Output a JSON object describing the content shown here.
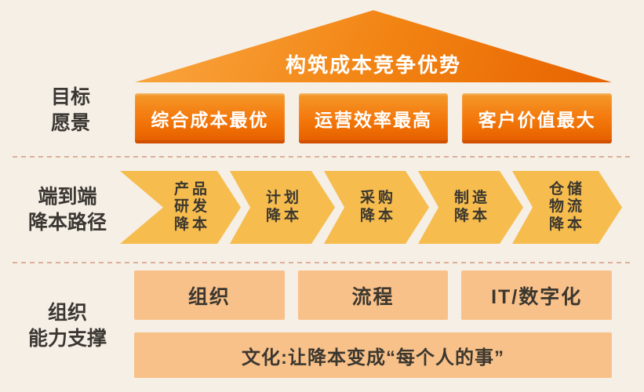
{
  "diagram": {
    "roof_title": "构筑成本竞争优势",
    "vision": {
      "label": [
        "目标",
        "愿景"
      ],
      "boxes": [
        "综合成本最优",
        "运营效率最高",
        "客户价值最大"
      ]
    },
    "path": {
      "label": [
        "端到端",
        "降本路径"
      ],
      "arrows": [
        {
          "lines": [
            "产品",
            "研发",
            "降本"
          ]
        },
        {
          "lines": [
            "计划",
            "降本"
          ]
        },
        {
          "lines": [
            "采购",
            "降本"
          ]
        },
        {
          "lines": [
            "制造",
            "降本"
          ]
        },
        {
          "lines": [
            "仓储",
            "物流",
            "降本"
          ]
        }
      ]
    },
    "support": {
      "label": [
        "组织",
        "能力支撑"
      ],
      "boxes": [
        "组织",
        "流程",
        "IT/数字化"
      ],
      "culture": "文化:让降本变成“每个人的事”"
    },
    "colors": {
      "background": "#f6efe6",
      "roof_gradient_top": "#f9a53e",
      "roof_gradient_bottom": "#e86300",
      "vision_box_top": "#f29a2a",
      "vision_box_bottom": "#e35c00",
      "chevron_fill": "#f6bc4e",
      "support_box_fill": "#f9c18a",
      "dashed_divider": "#dcaf9b",
      "dark_text": "#3b3732",
      "white_text": "#ffffff"
    }
  }
}
